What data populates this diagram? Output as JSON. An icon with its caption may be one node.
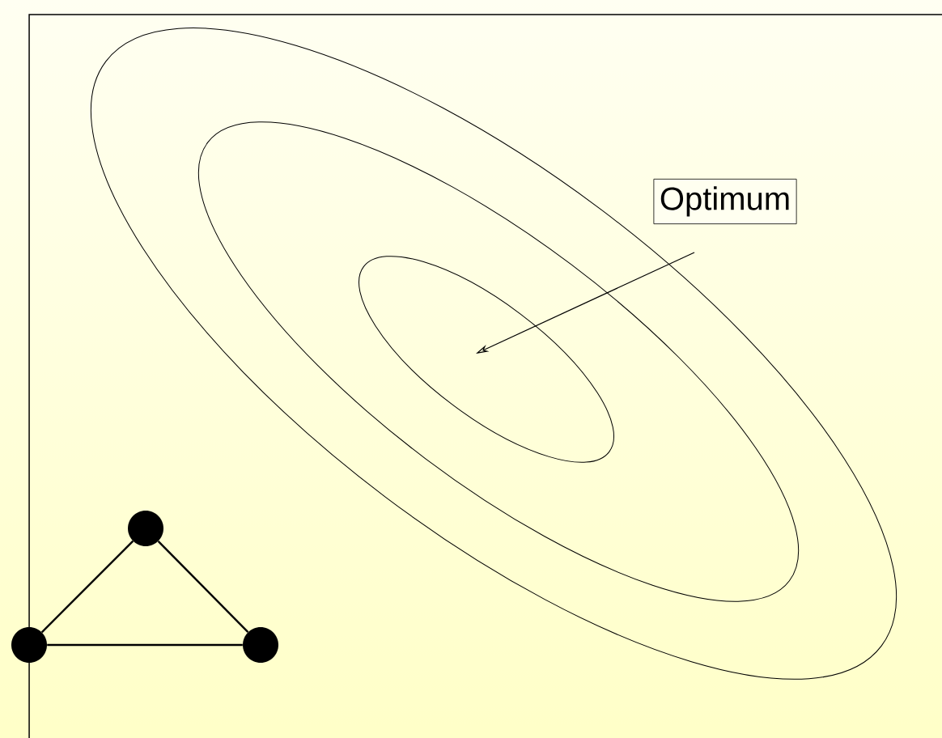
{
  "diagram": {
    "nodes": [
      {
        "text": [
          "Optimum"
        ]
      },
      {
        "text": [],
        "shape": "circle"
      },
      {
        "text": [],
        "shape": "circle"
      },
      {
        "text": [],
        "shape": "circle"
      }
    ],
    "edges": [
      {
        "from": 0,
        "to": null,
        "arrow": "to"
      },
      {
        "from": 1,
        "to": 2,
        "arrow": "none"
      },
      {
        "from": 1,
        "to": 3,
        "arrow": "none"
      },
      {
        "from": 2,
        "to": 3,
        "arrow": "none"
      }
    ]
  }
}
